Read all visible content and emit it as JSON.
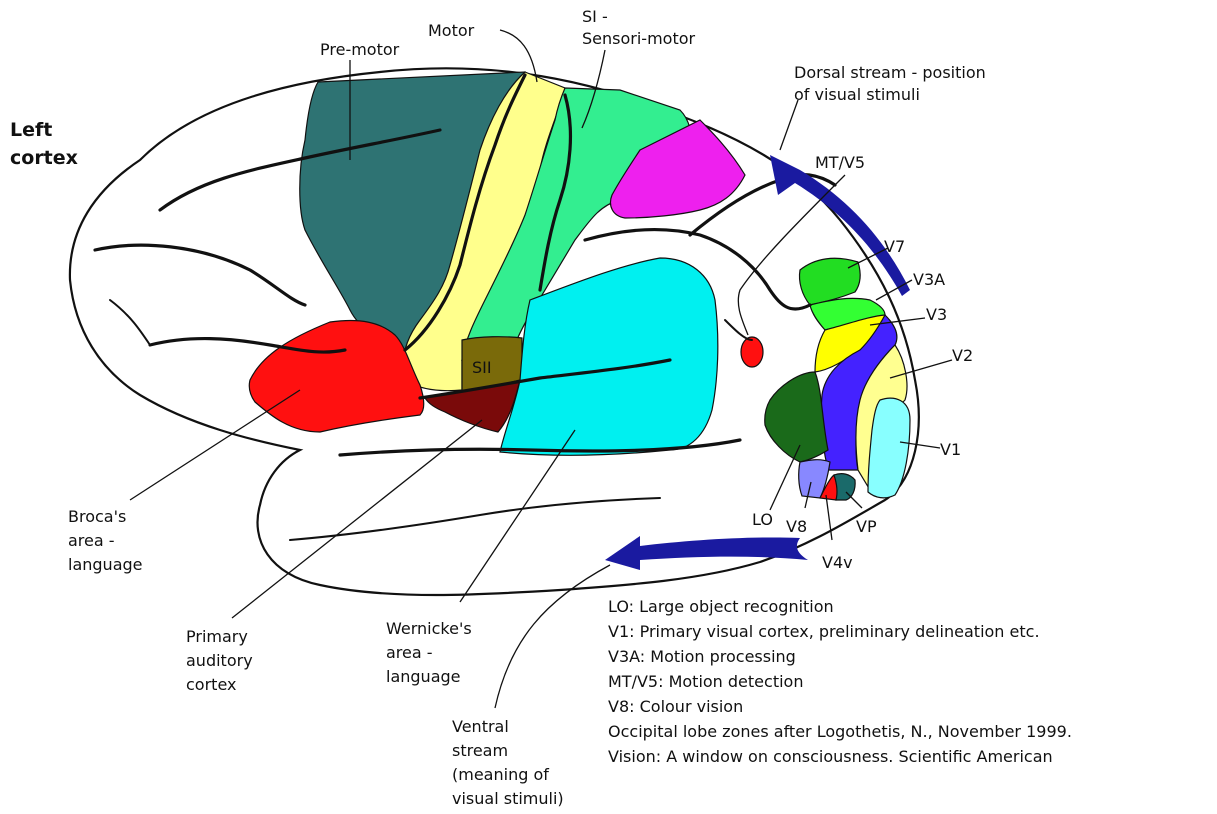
{
  "title": {
    "line1": "Left",
    "line2": "cortex"
  },
  "colors": {
    "premotor": "#2e7373",
    "motor": "#ffff8c",
    "sensorimotor": "#33ee90",
    "magenta_area": "#ee20ee",
    "broca": "#ff1010",
    "sii": "#7a6a0a",
    "primary_auditory": "#7a0a0a",
    "wernicke": "#00f0f0",
    "mt_v5": "#ff1010",
    "v7": "#22dd22",
    "v3a": "#33ff33",
    "v3": "#ffff00",
    "vp_band": "#4422ff",
    "v2": "#ffff90",
    "v1": "#88ffff",
    "lo": "#1a6a1a",
    "v8": "#8888ff",
    "v4v": "#ff1010",
    "vp": "#1a6a6a",
    "stream_arrows": "#1a1aa0"
  },
  "labels": {
    "premotor": "Pre-motor",
    "motor": "Motor",
    "si_line1": "SI -",
    "si_line2": "Sensori-motor",
    "dorsal_line1": "Dorsal stream - position",
    "dorsal_line2": "of visual stimuli",
    "mt_v5": "MT/V5",
    "v7": "V7",
    "v3a": "V3A",
    "v3": "V3",
    "v2": "V2",
    "v1": "V1",
    "lo": "LO",
    "v8": "V8",
    "vp": "VP",
    "v4v": "V4v",
    "sii": "SII",
    "broca": [
      "Broca's",
      "area -",
      "language"
    ],
    "auditory": [
      "Primary",
      "auditory",
      "cortex"
    ],
    "wernicke": [
      "Wernicke's",
      "area -",
      "language"
    ],
    "ventral": [
      "Ventral",
      "stream",
      "(meaning of",
      "visual stimuli)"
    ]
  },
  "legend": [
    "LO: Large object recognition",
    "V1: Primary visual cortex, preliminary delineation etc.",
    "V3A: Motion processing",
    "MT/V5: Motion detection",
    "V8: Colour vision",
    "Occipital lobe zones after Logothetis, N., November 1999.",
    "Vision: A window on consciousness.  Scientific American"
  ]
}
